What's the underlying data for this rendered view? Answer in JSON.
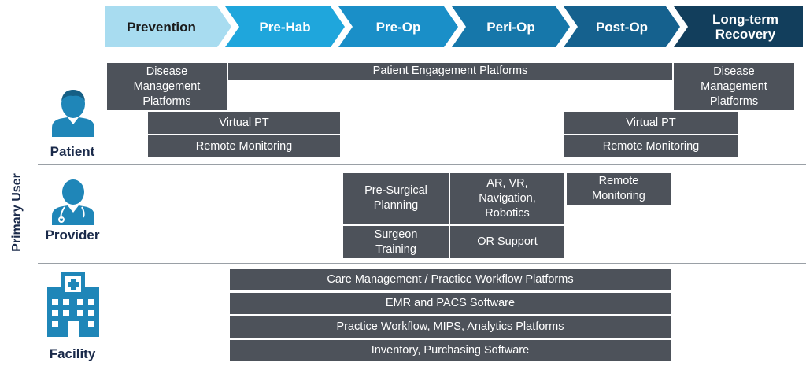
{
  "phases": [
    {
      "label": "Prevention",
      "fill": "#a8dcf0",
      "text_color": "#1a1a1a"
    },
    {
      "label": "Pre-Hab",
      "fill": "#1fa6dc",
      "text_color": "#ffffff"
    },
    {
      "label": "Pre-Op",
      "fill": "#1a8fc8",
      "text_color": "#ffffff"
    },
    {
      "label": "Peri-Op",
      "fill": "#1677aa",
      "text_color": "#ffffff"
    },
    {
      "label": "Post-Op",
      "fill": "#15618e",
      "text_color": "#ffffff"
    },
    {
      "label": "Long-term\nRecovery",
      "fill": "#123e5c",
      "text_color": "#ffffff"
    }
  ],
  "axis_label": "Primary User",
  "rows": {
    "patient": "Patient",
    "provider": "Provider",
    "facility": "Facility"
  },
  "boxes": {
    "disease_left": "Disease\nManagement\nPlatforms",
    "engagement": "Patient Engagement Platforms",
    "disease_right": "Disease\nManagement\nPlatforms",
    "virtual_pt_left": "Virtual PT",
    "remote_monitoring_left": "Remote Monitoring",
    "virtual_pt_right": "Virtual PT",
    "remote_monitoring_right": "Remote Monitoring",
    "pre_surgical": "Pre-Surgical\nPlanning",
    "ar_vr": "AR, VR,\nNavigation,\nRobotics",
    "remote_monitoring_provider": "Remote\nMonitoring",
    "surgeon_training": "Surgeon\nTraining",
    "or_support": "OR Support",
    "care_management": "Care Management / Practice Workflow Platforms",
    "emr_pacs": "EMR and PACS Software",
    "practice_workflow": "Practice Workflow, MIPS, Analytics Platforms",
    "inventory": "Inventory, Purchasing Software"
  },
  "colors": {
    "box_fill": "#4d525a",
    "icon_color": "#1f86b8",
    "label_color": "#1a2a4a"
  },
  "icons": [
    "patient-person-icon",
    "provider-doctor-icon",
    "facility-hospital-icon"
  ]
}
